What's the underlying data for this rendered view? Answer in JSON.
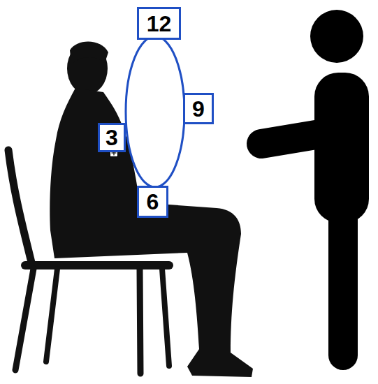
{
  "diagram": {
    "nodes": [
      {
        "text": [
          "12"
        ]
      },
      {
        "text": [
          "9"
        ]
      },
      {
        "text": [
          "3"
        ]
      },
      {
        "text": [
          "6"
        ]
      }
    ]
  }
}
